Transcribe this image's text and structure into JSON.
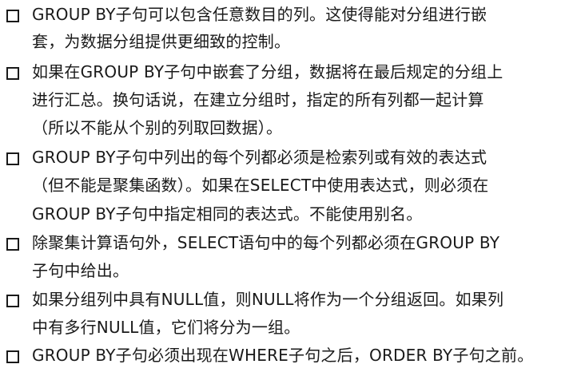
{
  "bullets": [
    {
      "lines": [
        "GROUP BY子句可以包含任意数目的列。这使得能对分组进行嵌",
        "套，为数据分组提供更细致的控制。"
      ]
    },
    {
      "lines": [
        "如果在GROUP BY子句中嵌套了分组，数据将在最后规定的分组上",
        "进行汇总。换句话说，在建立分组时，指定的所有列都一起计算",
        "（所以不能从个别的列取回数据）。"
      ]
    },
    {
      "lines": [
        "GROUP BY子句中列出的每个列都必须是检索列或有效的表达式",
        "（但不能是聚集函数）。如果在SELECT中使用表达式，则必须在",
        "GROUP BY子句中指定相同的表达式。不能使用别名。"
      ]
    },
    {
      "lines": [
        "除聚集计算语句外，SELECT语句中的每个列都必须在GROUP BY",
        "子句中给出。"
      ]
    },
    {
      "lines": [
        "如果分组列中具有NULL值，则NULL将作为一个分组返回。如果列",
        "中有多行NULL值，它们将分为一组。"
      ]
    },
    {
      "lines": [
        "GROUP BY子句必须出现在WHERE子句之后，ORDER BY子句之前。"
      ]
    }
  ]
}
